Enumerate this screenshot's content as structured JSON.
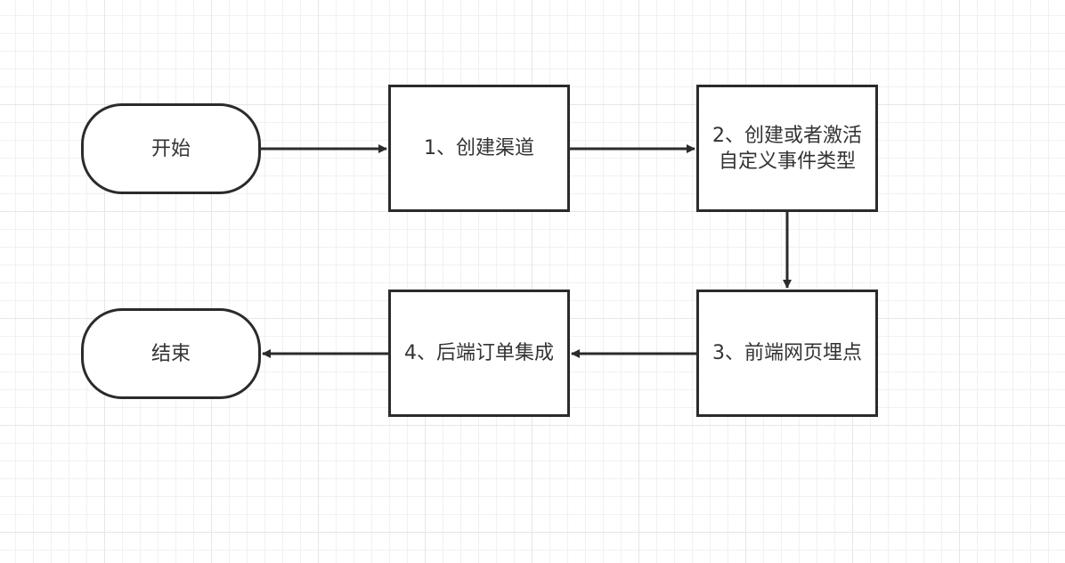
{
  "diagram": {
    "nodes": {
      "start": "开始",
      "step1": "1、创建渠道",
      "step2": "2、创建或者激活自定义事件类型",
      "step3": "3、前端网页埋点",
      "step4": "4、后端订单集成",
      "end": "结束"
    },
    "edges": [
      {
        "from": "start",
        "to": "step1"
      },
      {
        "from": "step1",
        "to": "step2"
      },
      {
        "from": "step2",
        "to": "step3"
      },
      {
        "from": "step3",
        "to": "step4"
      },
      {
        "from": "step4",
        "to": "end"
      }
    ],
    "colors": {
      "stroke": "#2b2b2b",
      "text": "#333333",
      "grid": "#e6e6e6",
      "background": "#ffffff"
    }
  }
}
